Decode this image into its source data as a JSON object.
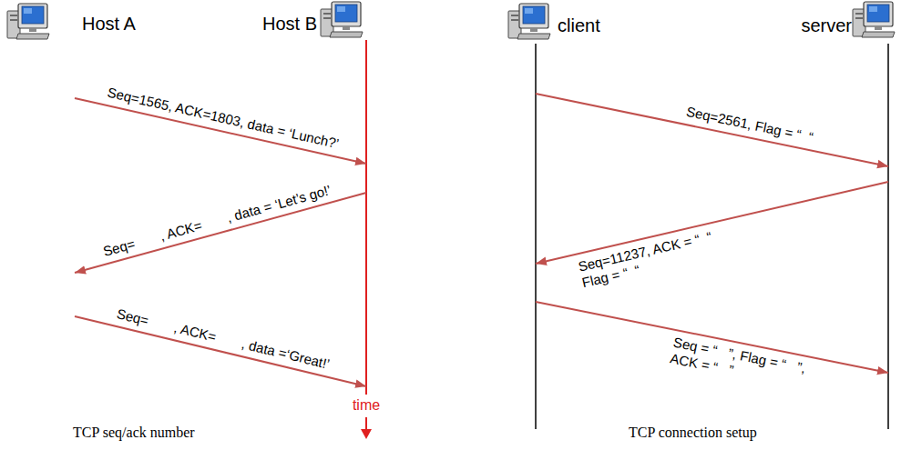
{
  "diagram": {
    "nodes": [
      {
        "text": [
          "Host A"
        ]
      },
      {
        "text": [
          "Host B"
        ]
      },
      {
        "text": [
          "client"
        ]
      },
      {
        "text": [
          "server"
        ]
      }
    ],
    "edges": [
      {
        "from": 0,
        "to": 1,
        "arrow": "to",
        "label": "Seq=1565, ACK=1803, data = ‘Lunch?’"
      },
      {
        "from": 1,
        "to": 0,
        "arrow": "to",
        "label": "Seq=       , ACK=       , data = ‘Let’s go!’"
      },
      {
        "from": 0,
        "to": 1,
        "arrow": "to",
        "label": "Seq=       , ACK=       , data =‘Great!’"
      },
      {
        "from": 2,
        "to": 3,
        "arrow": "to",
        "label": "Seq=2561, Flag = “  “"
      },
      {
        "from": 3,
        "to": 2,
        "arrow": "to",
        "label": "Seq=11237, ACK = “  “ Flag = “  “"
      },
      {
        "from": 2,
        "to": 3,
        "arrow": "to",
        "label": "Seq = “   ”, Flag = “   ”, ACK = “   ”"
      }
    ],
    "labels": [
      "time",
      "TCP seq/ack number",
      "TCP connection setup"
    ]
  }
}
